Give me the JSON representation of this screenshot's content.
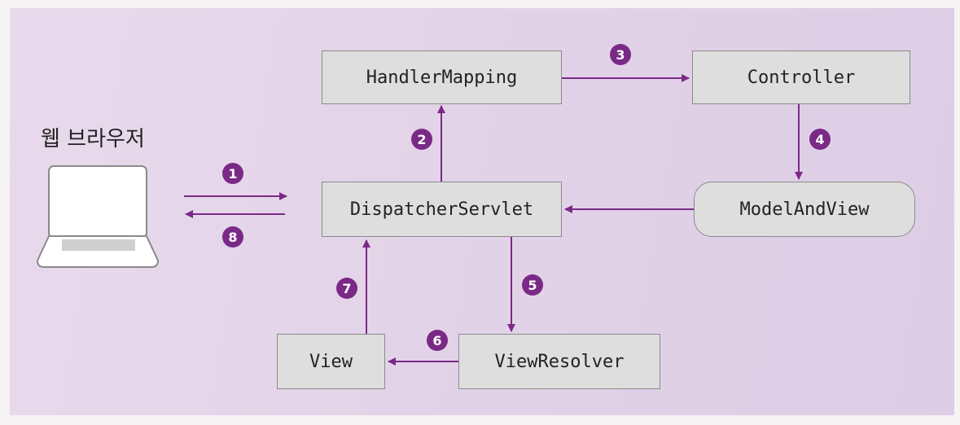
{
  "browser": {
    "label": "웹 브라우저",
    "icon": "laptop-icon"
  },
  "nodes": {
    "handler_mapping": "HandlerMapping",
    "controller": "Controller",
    "dispatcher_servlet": "DispatcherServlet",
    "model_and_view": "ModelAndView",
    "view_resolver": "ViewResolver",
    "view": "View"
  },
  "steps": [
    "1",
    "2",
    "3",
    "4",
    "5",
    "6",
    "7",
    "8"
  ],
  "colors": {
    "arrow": "#7a2a86",
    "box_fill": "#dedede",
    "panel": "#e5d6ea"
  }
}
